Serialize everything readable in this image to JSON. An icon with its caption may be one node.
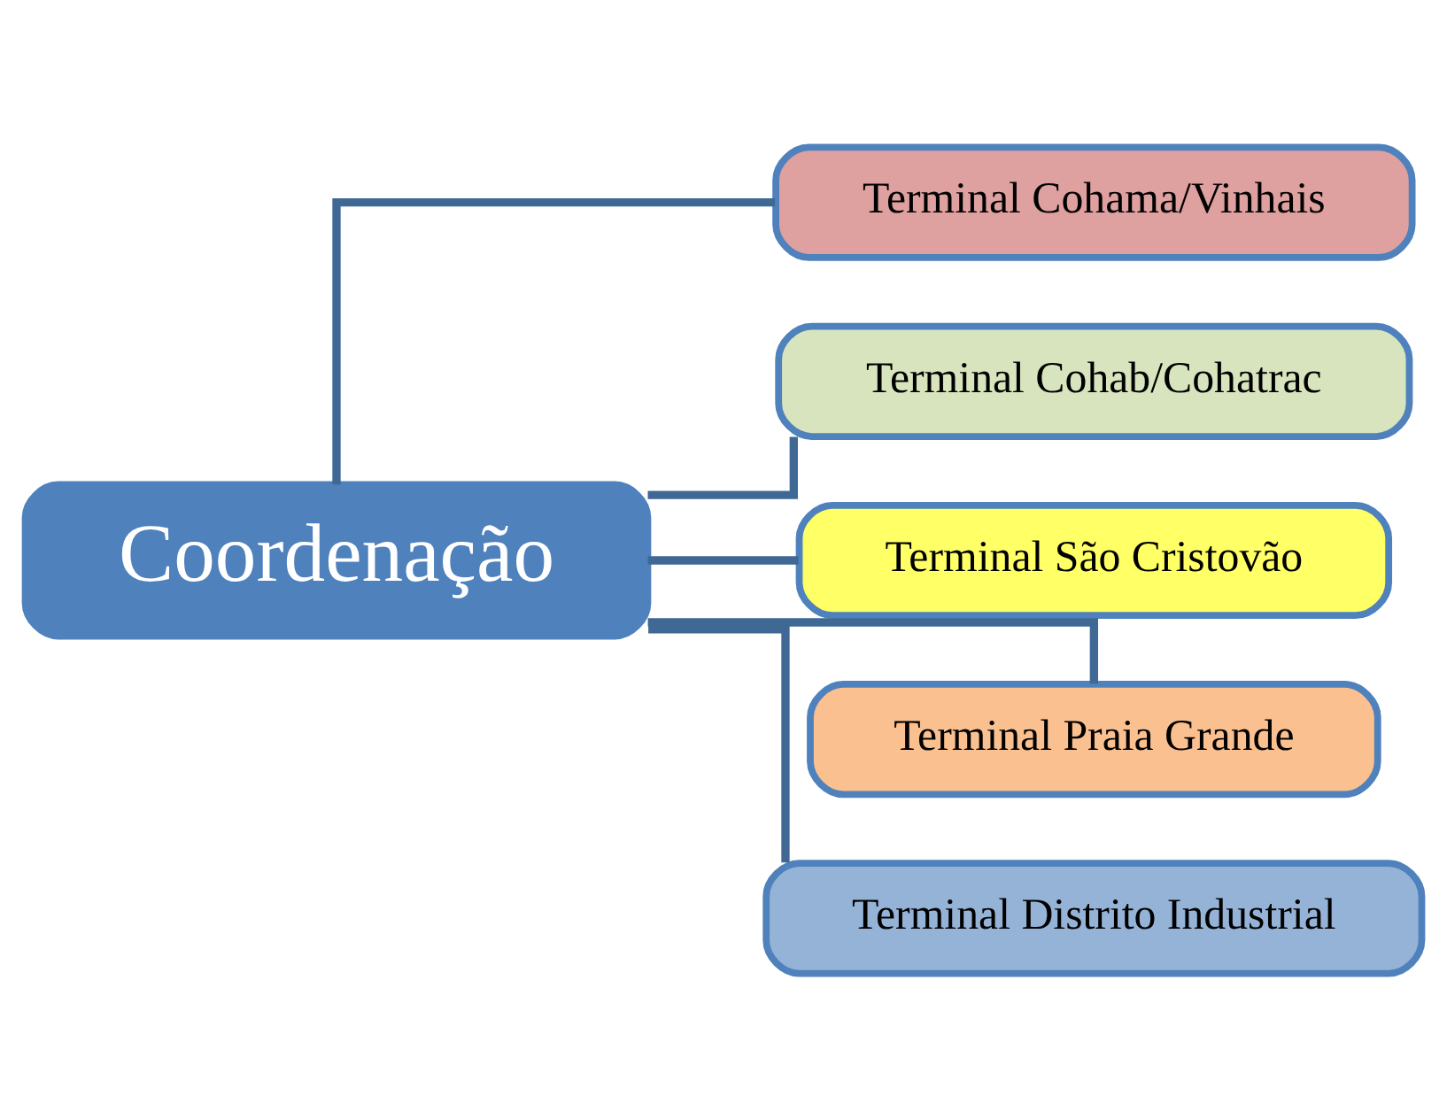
{
  "diagram": {
    "nodes": [
      {
        "text": [
          "Coordenação"
        ]
      },
      {
        "text": [
          "Terminal Cohama/Vinhais"
        ]
      },
      {
        "text": [
          "Terminal Cohab/Cohatrac"
        ]
      },
      {
        "text": [
          "Terminal São Cristovão"
        ]
      },
      {
        "text": [
          "Terminal Praia Grande"
        ]
      },
      {
        "text": [
          "Terminal Distrito Industrial"
        ]
      }
    ],
    "edges": [
      {
        "from": 0,
        "to": 1,
        "arrow": "none"
      },
      {
        "from": 0,
        "to": 2,
        "arrow": "none"
      },
      {
        "from": 0,
        "to": 3,
        "arrow": "none"
      },
      {
        "from": 0,
        "to": 4,
        "arrow": "none"
      },
      {
        "from": 0,
        "to": 5,
        "arrow": "none"
      }
    ]
  }
}
